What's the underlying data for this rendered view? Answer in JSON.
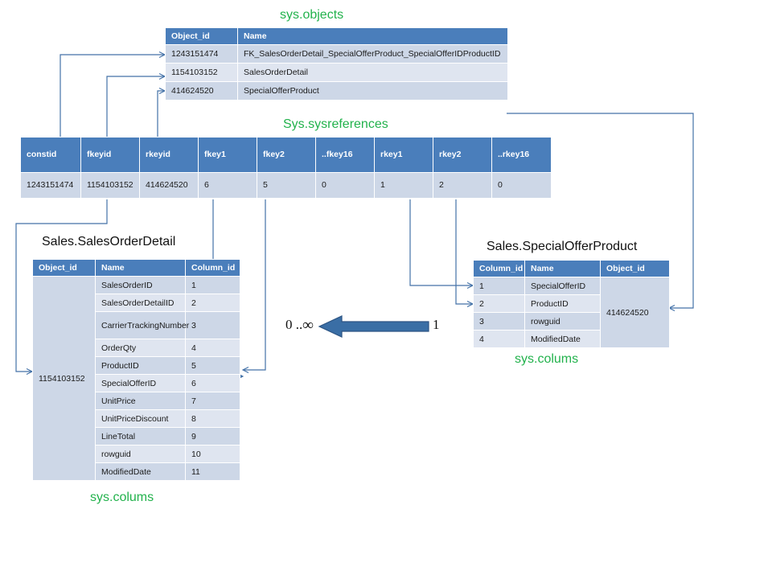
{
  "captions": {
    "sys_objects": "sys.objects",
    "sysreferences": "Sys.sysreferences",
    "columns_left": "sys.colums",
    "columns_right": "sys.colums"
  },
  "titles": {
    "sales_order_detail": "Sales.SalesOrderDetail",
    "special_offer_product": "Sales.SpecialOfferProduct"
  },
  "cardinality": {
    "many_prefix": "0 ..",
    "many_symbol": "∞",
    "one": "1"
  },
  "colors": {
    "header_blue": "#4a7ebb",
    "band_a": "#cdd7e7",
    "band_b": "#dfe5f0",
    "caption_green": "#22b24c",
    "connector_blue": "#4472a8",
    "block_arrow": "#3a6ea5"
  },
  "sys_objects": {
    "headers": [
      "Object_id",
      "Name"
    ],
    "rows": [
      [
        "1243151474",
        "FK_SalesOrderDetail_SpecialOfferProduct_SpecialOfferIDProductID"
      ],
      [
        "1154103152",
        "SalesOrderDetail"
      ],
      [
        "414624520",
        "SpecialOfferProduct"
      ]
    ]
  },
  "sysreferences": {
    "headers": [
      "constid",
      "fkeyid",
      "rkeyid",
      "fkey1",
      "fkey2",
      "..fkey16",
      "rkey1",
      "rkey2",
      "..rkey16"
    ],
    "rows": [
      [
        "1243151474",
        "1154103152",
        "414624520",
        "6",
        "5",
        "0",
        "1",
        "2",
        "0"
      ]
    ]
  },
  "sales_order_detail": {
    "headers": [
      "Object_id",
      "Name",
      "Column_id"
    ],
    "object_id": "1154103152",
    "rows": [
      [
        "SalesOrderID",
        "1"
      ],
      [
        "SalesOrderDetailID",
        "2"
      ],
      [
        "CarrierTrackingNumber",
        "3"
      ],
      [
        "OrderQty",
        "4"
      ],
      [
        "ProductID",
        "5"
      ],
      [
        "SpecialOfferID",
        "6"
      ],
      [
        "UnitPrice",
        "7"
      ],
      [
        "UnitPriceDiscount",
        "8"
      ],
      [
        "LineTotal",
        "9"
      ],
      [
        "rowguid",
        "10"
      ],
      [
        "ModifiedDate",
        "11"
      ]
    ]
  },
  "special_offer_product": {
    "headers": [
      "Column_id",
      "Name",
      "Object_id"
    ],
    "object_id": "414624520",
    "rows": [
      [
        "1",
        "SpecialOfferID"
      ],
      [
        "2",
        "ProductID"
      ],
      [
        "3",
        "rowguid"
      ],
      [
        "4",
        "ModifiedDate"
      ]
    ]
  }
}
